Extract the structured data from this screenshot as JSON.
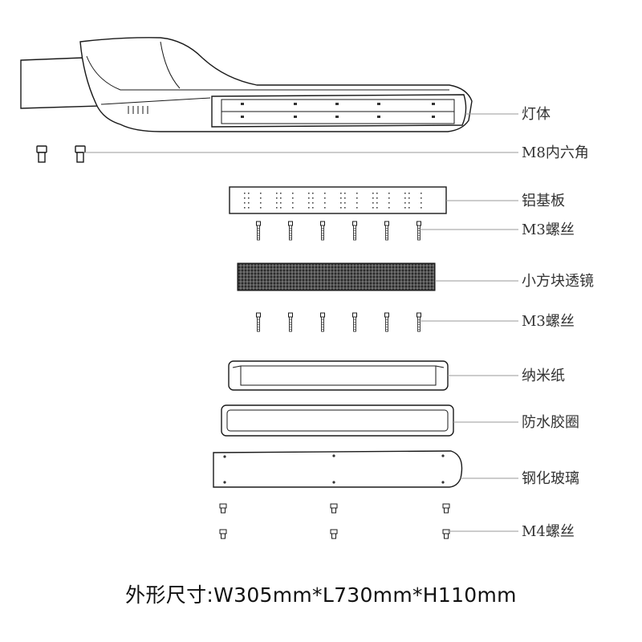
{
  "labels": {
    "lamp_body": "灯体",
    "m8_hex": "M8内六角",
    "aluminum_board": "铝基板",
    "m3_screw_1": "M3螺丝",
    "lens": "小方块透镜",
    "m3_screw_2": "M3螺丝",
    "nano_paper": "纳米纸",
    "waterproof_ring": "防水胶圈",
    "tempered_glass": "钢化玻璃",
    "m4_screw": "M4螺丝"
  },
  "dimensions": "外形尺寸:W305mm*L730mm*H110mm"
}
